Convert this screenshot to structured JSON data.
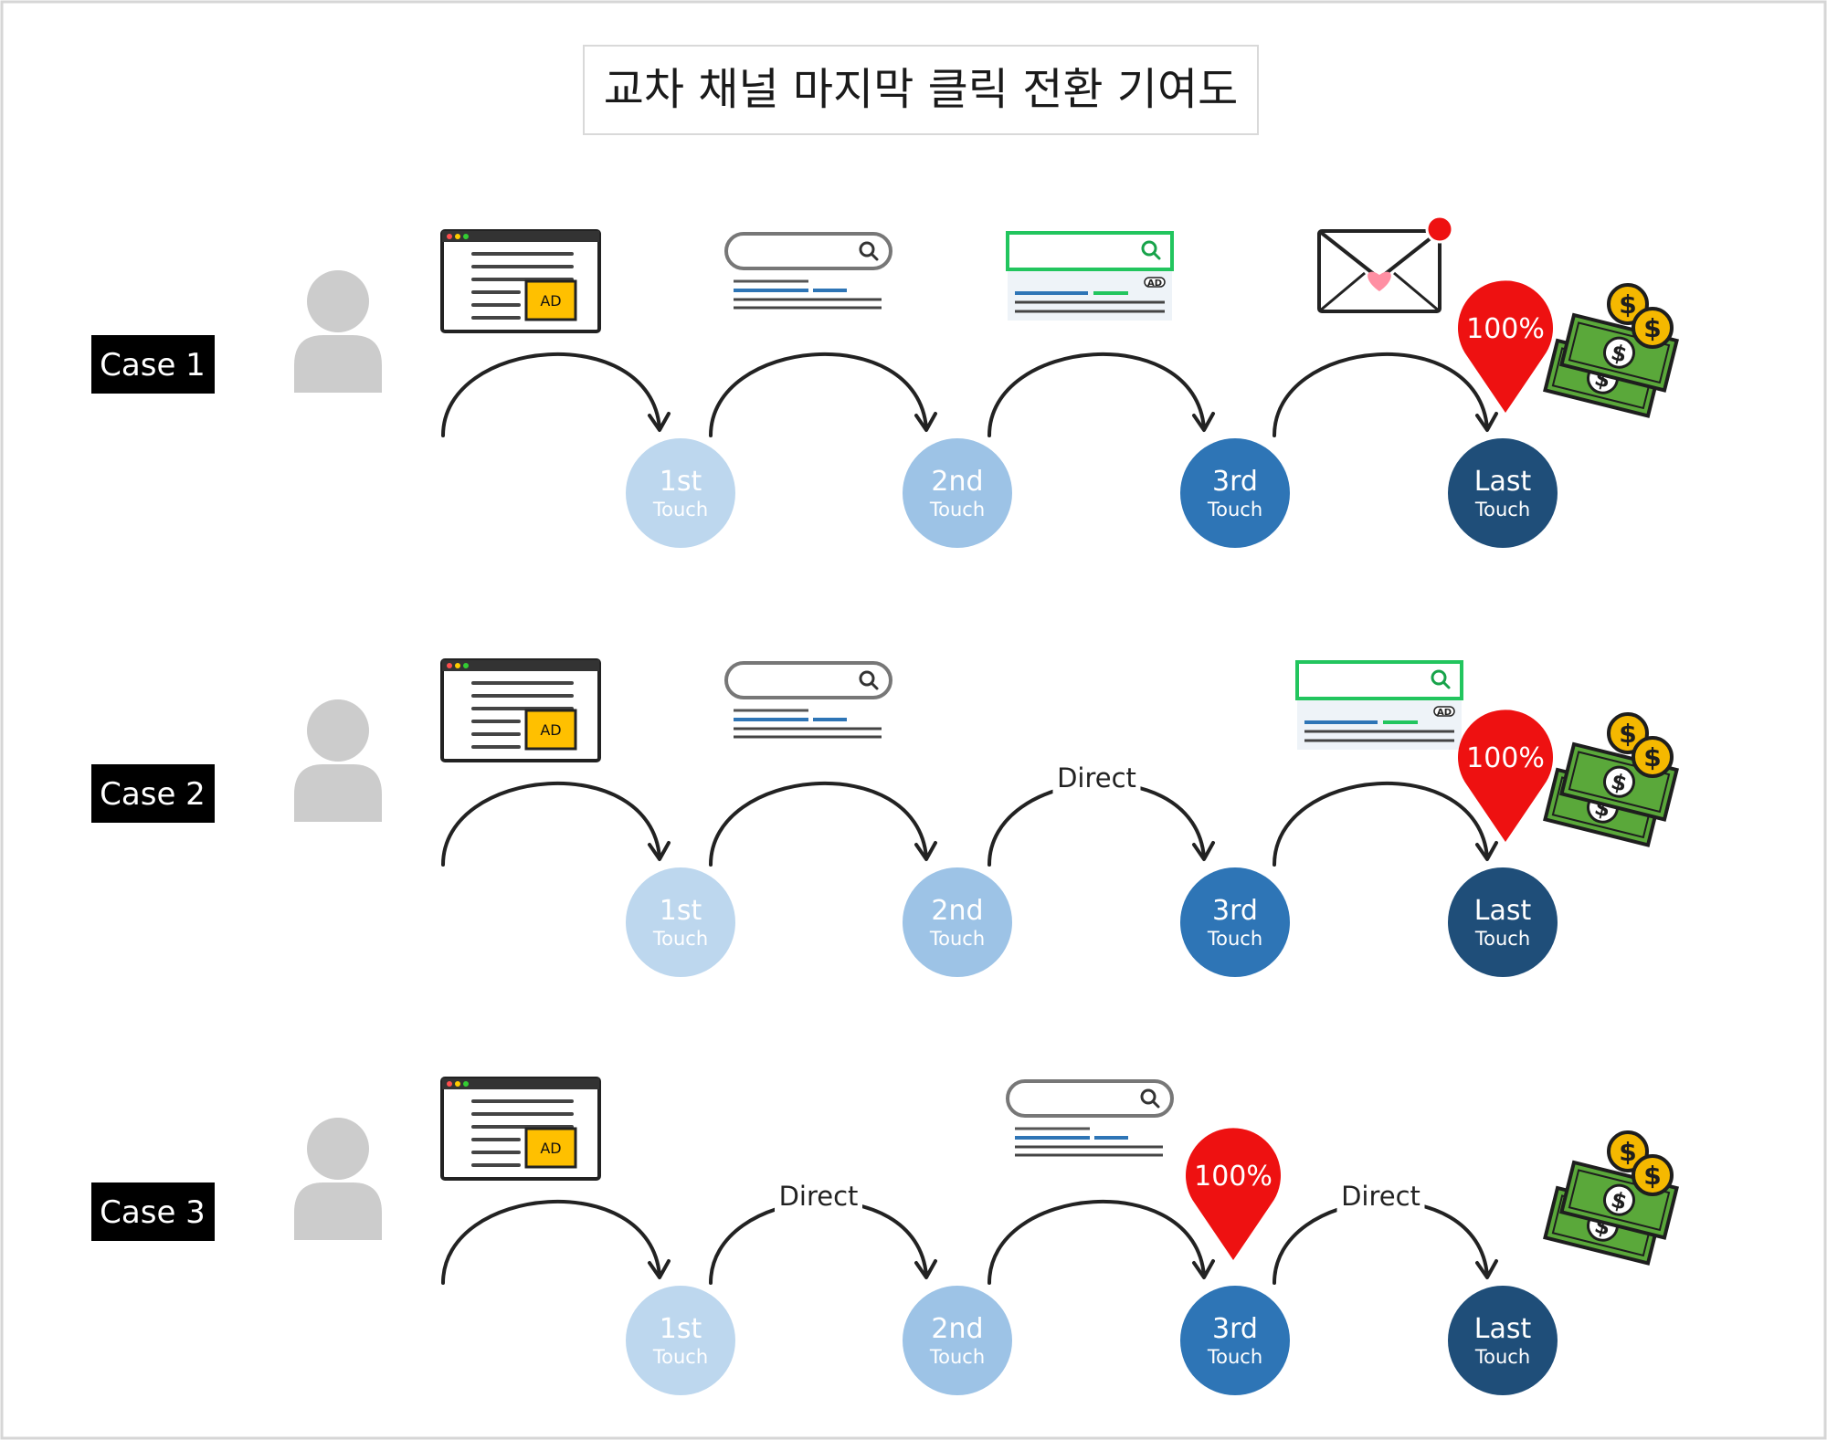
{
  "title": "교차 채널 마지막 클릭 전환 기여도",
  "colors": {
    "touch1": "#bdd7ee",
    "touch2": "#9dc3e6",
    "touch3": "#2e75b6",
    "touch4": "#1f4e79",
    "pin": "#ee1111",
    "case_label_bg": "#000000",
    "person": "#cccccc",
    "money": "#5aa83a",
    "coin": "#f5b800"
  },
  "cases": [
    {
      "label": "Case 1",
      "channels": [
        "display-ad",
        "organic-search",
        "paid-search-ad",
        "email"
      ],
      "arcs": [
        "",
        "",
        "",
        ""
      ],
      "credit_touch": 4,
      "credit_label": "100%"
    },
    {
      "label": "Case 2",
      "channels": [
        "display-ad",
        "organic-search",
        "",
        "paid-search-ad"
      ],
      "arcs": [
        "",
        "",
        "Direct",
        ""
      ],
      "credit_touch": 4,
      "credit_label": "100%"
    },
    {
      "label": "Case 3",
      "channels": [
        "display-ad",
        "",
        "organic-search",
        ""
      ],
      "arcs": [
        "",
        "Direct",
        "",
        "Direct"
      ],
      "credit_touch": 3,
      "credit_label": "100%"
    }
  ],
  "touches": [
    {
      "big": "1st",
      "small": "Touch"
    },
    {
      "big": "2nd",
      "small": "Touch"
    },
    {
      "big": "3rd",
      "small": "Touch"
    },
    {
      "big": "Last",
      "small": "Touch"
    }
  ],
  "icons": {
    "ad_label": "AD",
    "search_ad_tag": "AD",
    "currency_symbol": "$"
  }
}
